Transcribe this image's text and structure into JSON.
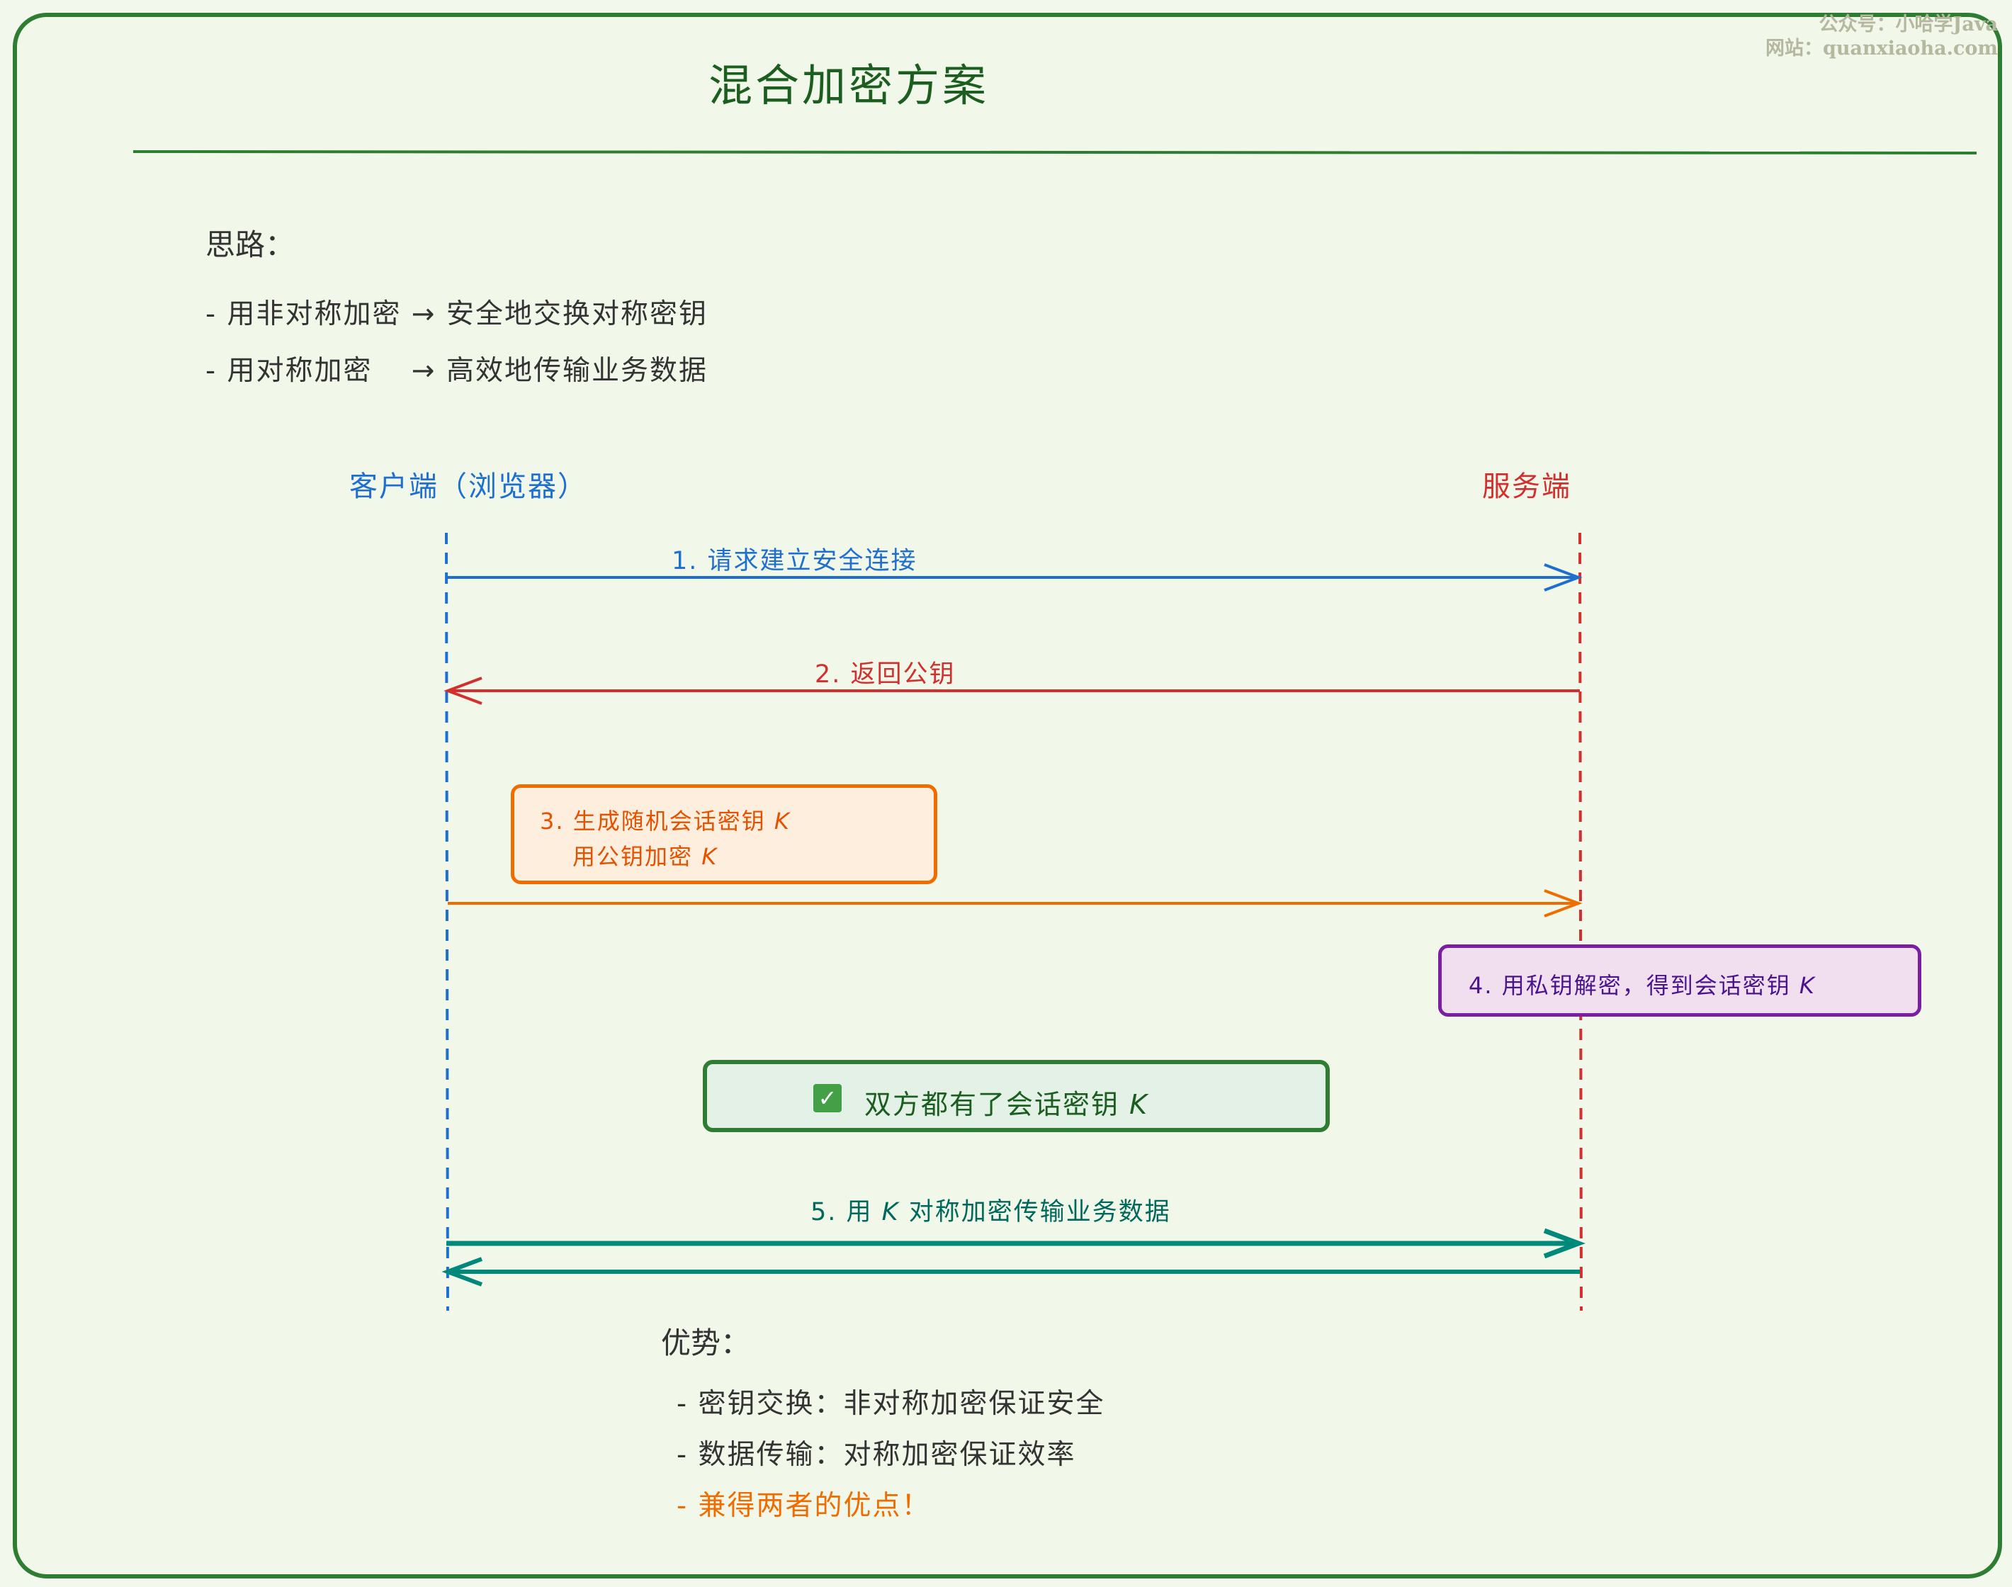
{
  "watermark": {
    "line1": "公众号：小哈学Java",
    "line2": "网站：quanxiaoha.com"
  },
  "title": "混合加密方案",
  "idea": {
    "heading": "思路：",
    "items": [
      "- 用非对称加密 → 安全地交换对称密钥",
      "- 用对称加密　 → 高效地传输业务数据"
    ]
  },
  "actors": {
    "client": "客户端（浏览器）",
    "server": "服务端"
  },
  "steps": {
    "s1": "1. 请求建立安全连接",
    "s2": "2. 返回公钥",
    "s3_line1": "3. 生成随机会话密钥",
    "s3_line2": "用公钥加密",
    "s4": "4. 用私钥解密，得到会话密钥",
    "ok": "双方都有了会话密钥",
    "s5_prefix": "5. 用",
    "s5_suffix": "对称加密传输业务数据",
    "key": "K"
  },
  "advantages": {
    "heading": "优势：",
    "items": [
      "- 密钥交换：非对称加密保证安全",
      "- 数据传输：对称加密保证效率"
    ],
    "highlight": "- 兼得两者的优点！"
  },
  "colors": {
    "client": "#1e6fd0",
    "server": "#d32f2f",
    "step3": "#ef6c00",
    "step4": "#6a1b9a",
    "ok": "#2e7d32",
    "step5": "#00897b"
  }
}
